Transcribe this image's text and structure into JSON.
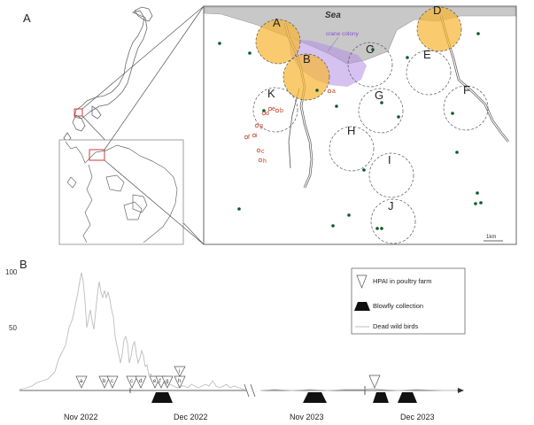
{
  "panels": {
    "a": "A",
    "b": "B"
  },
  "map": {
    "sea_label": "Sea",
    "colony_label": "crane colony",
    "scale_label": "1km",
    "zones": [
      "A",
      "B",
      "C",
      "D",
      "E",
      "F",
      "G",
      "H",
      "I",
      "J",
      "K"
    ],
    "farms": [
      "a",
      "b",
      "c",
      "d",
      "e",
      "f",
      "g",
      "h",
      "i"
    ]
  },
  "chart": {
    "y_ticks": [
      "100",
      "50"
    ],
    "months": [
      "Nov 2022",
      "Dec 2022",
      "Nov 2023",
      "Dec 2023"
    ],
    "triangle_labels": [
      "a",
      "b",
      "c",
      "c",
      "d",
      "e",
      "f",
      "g",
      "h",
      "i"
    ]
  },
  "legend": {
    "hpai": "HPAI in poultry farm",
    "blowfly": "Blowfly collection",
    "dead_birds": "Dead wild birds"
  },
  "colors": {
    "farm": "#c0442b",
    "colony": "#b38fe6",
    "zone_fill": "#f7b531",
    "sea": "#c8c8c8",
    "dots": "#0d5a2a"
  }
}
